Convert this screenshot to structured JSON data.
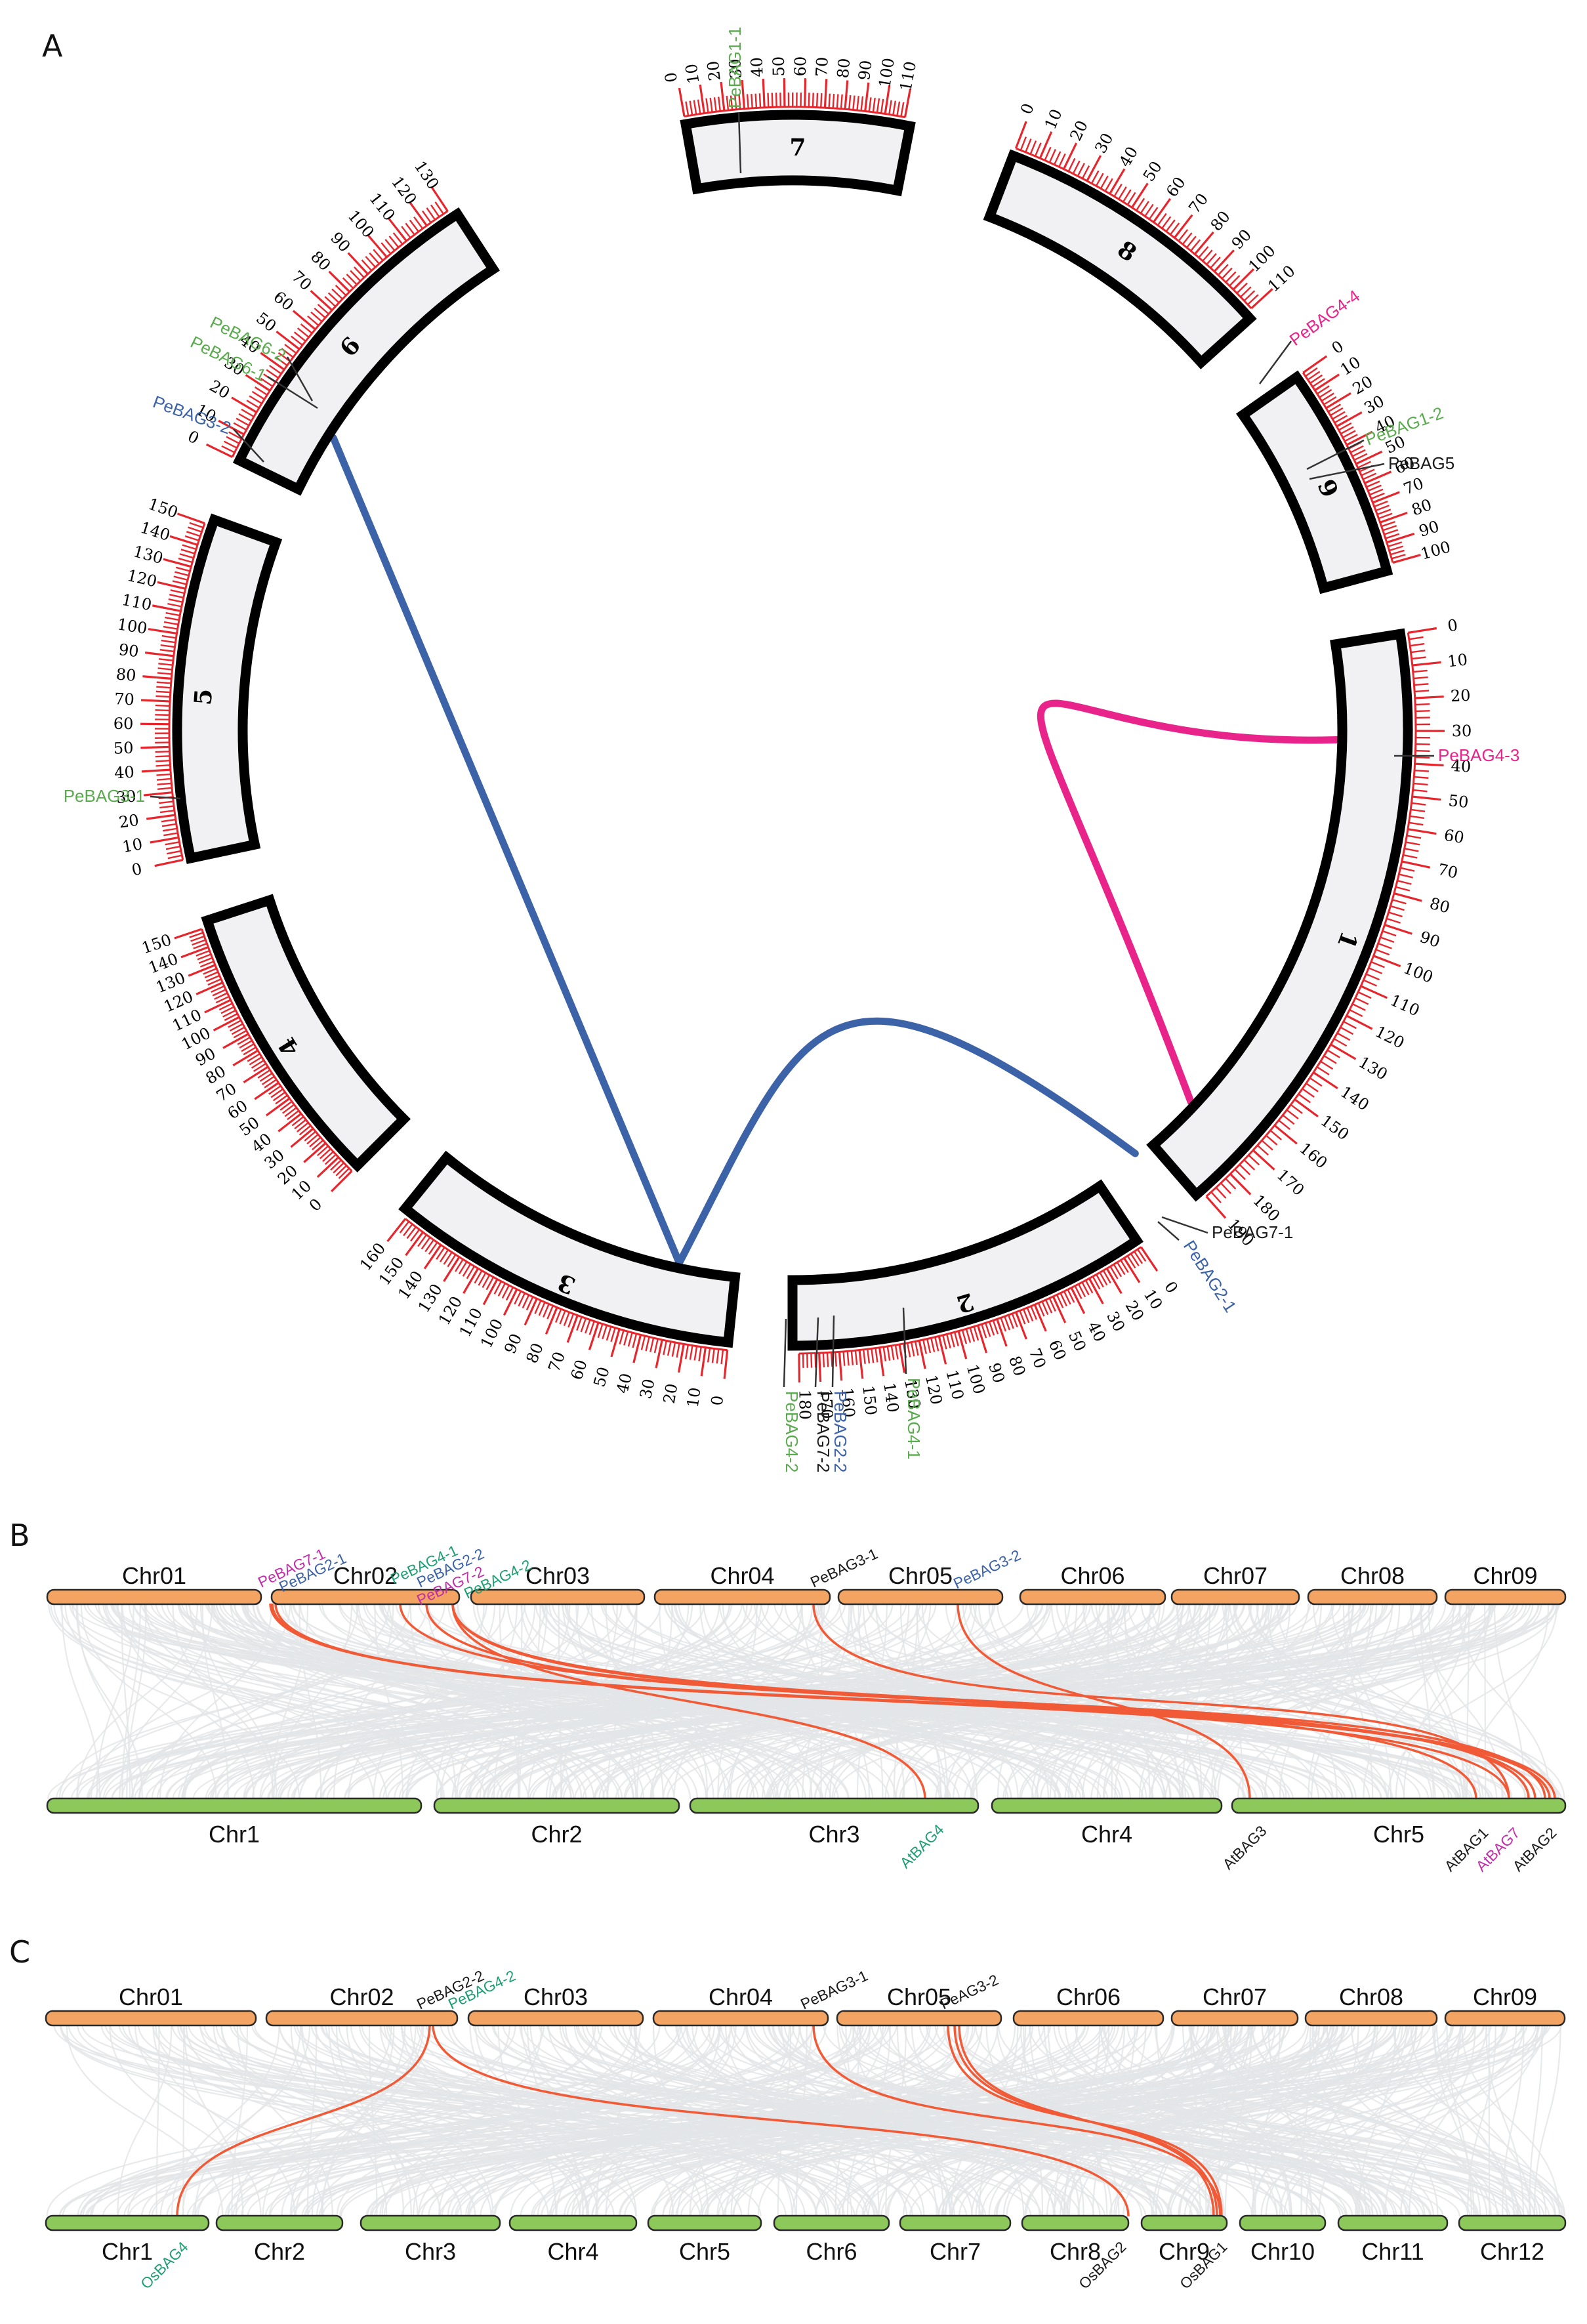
{
  "colors": {
    "green": "#5aaa4e",
    "blue": "#3c62a8",
    "pink": "#e8238a",
    "black": "#1a1a1a",
    "teal": "#1e9f73",
    "magenta": "#c02ea8",
    "orange_bar": "#f4a462",
    "green_bar": "#8cc85a",
    "red_link": "#f15a36",
    "ticks": "#e6262c",
    "grey_links": "#e3e5e8"
  },
  "panel_a": {
    "label": "A",
    "chromosomes": [
      {
        "num": "7",
        "ticks": [
          "0",
          "10",
          "20",
          "30",
          "40",
          "50",
          "60",
          "70",
          "80",
          "90",
          "100",
          "110"
        ]
      },
      {
        "num": "8",
        "ticks": [
          "0",
          "10",
          "20",
          "30",
          "40",
          "50",
          "60",
          "70",
          "80",
          "90",
          "100",
          "110"
        ]
      },
      {
        "num": "9",
        "ticks": [
          "0",
          "10",
          "20",
          "30",
          "40",
          "50",
          "60",
          "70",
          "80",
          "90",
          "100"
        ]
      },
      {
        "num": "1",
        "ticks": [
          "0",
          "10",
          "20",
          "30",
          "40",
          "50",
          "60",
          "70",
          "80",
          "90",
          "100",
          "110",
          "120",
          "130",
          "140",
          "150",
          "160",
          "170",
          "180",
          "190"
        ]
      },
      {
        "num": "2",
        "ticks": [
          "0",
          "10",
          "20",
          "30",
          "40",
          "50",
          "60",
          "70",
          "80",
          "90",
          "100",
          "110",
          "120",
          "130",
          "140",
          "150",
          "160",
          "170",
          "180"
        ]
      },
      {
        "num": "3",
        "ticks": [
          "0",
          "10",
          "20",
          "30",
          "40",
          "50",
          "60",
          "70",
          "80",
          "90",
          "100",
          "110",
          "120",
          "130",
          "140",
          "150",
          "160"
        ]
      },
      {
        "num": "4",
        "ticks": [
          "0",
          "10",
          "20",
          "30",
          "40",
          "50",
          "60",
          "70",
          "80",
          "90",
          "100",
          "110",
          "120",
          "130",
          "140",
          "150"
        ]
      },
      {
        "num": "5",
        "ticks": [
          "0",
          "10",
          "20",
          "30",
          "40",
          "50",
          "60",
          "70",
          "80",
          "90",
          "100",
          "110",
          "120",
          "130",
          "140",
          "150"
        ]
      },
      {
        "num": "6",
        "ticks": [
          "0",
          "10",
          "20",
          "30",
          "40",
          "50",
          "60",
          "70",
          "80",
          "90",
          "100",
          "110",
          "120",
          "130"
        ]
      }
    ],
    "genes": [
      {
        "name": "PeBAG1-1",
        "color": "green"
      },
      {
        "name": "PeBAG4-4",
        "color": "pink"
      },
      {
        "name": "PeBAG1-2",
        "color": "green"
      },
      {
        "name": "PeBAG5",
        "color": "black"
      },
      {
        "name": "PeBAG4-3",
        "color": "pink"
      },
      {
        "name": "PeBAG7-1",
        "color": "black"
      },
      {
        "name": "PeBAG2-1",
        "color": "blue"
      },
      {
        "name": "PeBAG4-1",
        "color": "green"
      },
      {
        "name": "PeBAG2-2",
        "color": "blue"
      },
      {
        "name": "PeBAG7-2",
        "color": "black"
      },
      {
        "name": "PeBAG4-2",
        "color": "green"
      },
      {
        "name": "PeBAG3-1",
        "color": "green"
      },
      {
        "name": "PeBAG3-2",
        "color": "blue"
      },
      {
        "name": "PeBAG6-1",
        "color": "green"
      },
      {
        "name": "PeBAG6-2",
        "color": "green"
      }
    ]
  },
  "panel_b": {
    "label": "B",
    "top_chromosomes": [
      "Chr01",
      "Chr02",
      "Chr03",
      "Chr04",
      "Chr05",
      "Chr06",
      "Chr07",
      "Chr08",
      "Chr09"
    ],
    "bottom_chromosomes": [
      "Chr1",
      "Chr2",
      "Chr3",
      "Chr4",
      "Chr5"
    ],
    "top_genes": [
      {
        "name": "PeBAG7-1",
        "color": "magenta"
      },
      {
        "name": "PeBAG2-1",
        "color": "blue"
      },
      {
        "name": "PeBAG4-1",
        "color": "teal"
      },
      {
        "name": "PeBAG2-2",
        "color": "blue"
      },
      {
        "name": "PeBAG7-2",
        "color": "magenta"
      },
      {
        "name": "PeBAG4-2",
        "color": "teal"
      },
      {
        "name": "PeBAG3-1",
        "color": "black"
      },
      {
        "name": "PeBAG3-2",
        "color": "blue"
      }
    ],
    "bottom_genes": [
      {
        "name": "AtBAG4",
        "color": "teal"
      },
      {
        "name": "AtBAG3",
        "color": "black"
      },
      {
        "name": "AtBAG1",
        "color": "black"
      },
      {
        "name": "AtBAG7",
        "color": "magenta"
      },
      {
        "name": "AtBAG2",
        "color": "black"
      }
    ]
  },
  "panel_c": {
    "label": "C",
    "top_chromosomes": [
      "Chr01",
      "Chr02",
      "Chr03",
      "Chr04",
      "Chr05",
      "Chr06",
      "Chr07",
      "Chr08",
      "Chr09"
    ],
    "bottom_chromosomes": [
      "Chr1",
      "Chr2",
      "Chr3",
      "Chr4",
      "Chr5",
      "Chr6",
      "Chr7",
      "Chr8",
      "Chr9",
      "Chr10",
      "Chr11",
      "Chr12"
    ],
    "top_genes": [
      {
        "name": "PeBAG2-2",
        "color": "black"
      },
      {
        "name": "PeBAG4-2",
        "color": "teal"
      },
      {
        "name": "PeBAG3-1",
        "color": "black"
      },
      {
        "name": "PeAG3-2",
        "color": "black"
      }
    ],
    "bottom_genes": [
      {
        "name": "OsBAG4",
        "color": "teal"
      },
      {
        "name": "OsBAG2",
        "color": "black"
      },
      {
        "name": "OsBAG1",
        "color": "black"
      }
    ]
  }
}
